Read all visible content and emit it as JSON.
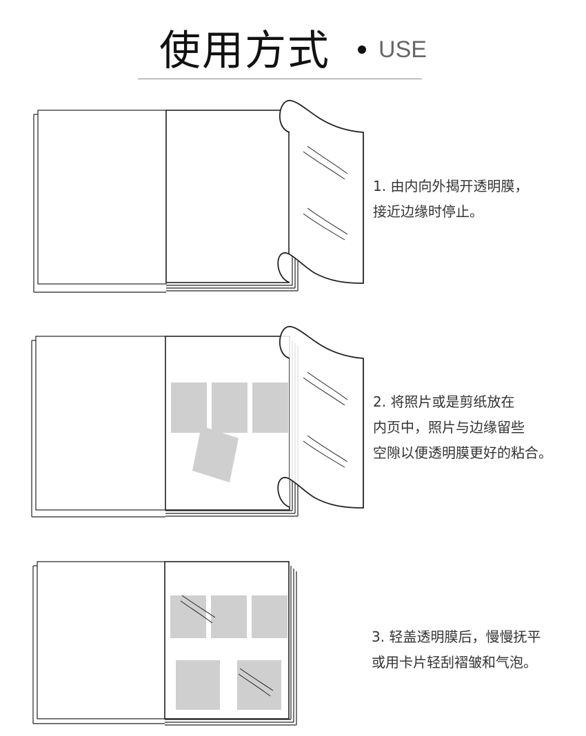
{
  "header": {
    "title_cn": "使用方式",
    "title_en": "USE"
  },
  "steps": [
    {
      "text": "1. 由内向外揭开透明膜，\n接近边缘时停止。"
    },
    {
      "text": "2. 将照片或是剪纸放在\n内页中，照片与边缘留些\n空隙以便透明膜更好的粘合。"
    },
    {
      "text": "3. 轻盖透明膜后，慢慢抚平\n或用卡片轻刮褶皱和气泡。"
    }
  ],
  "colors": {
    "line": "#222222",
    "photo": "#cfcfcf"
  }
}
